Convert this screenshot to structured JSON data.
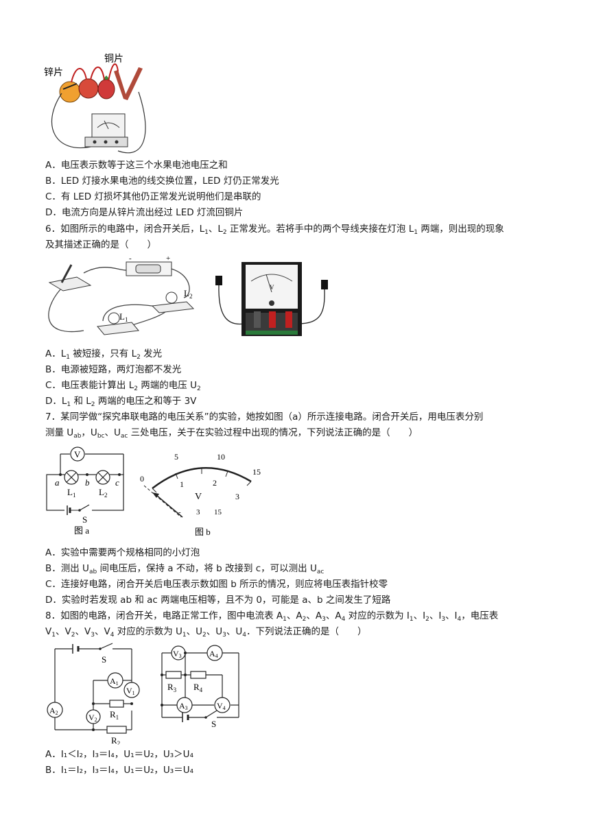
{
  "fig_q5": {
    "label_zinc": "锌片",
    "label_copper": "铜片"
  },
  "q5_options": [
    {
      "text": "A．电压表示数等于这三个水果电池电压之和"
    },
    {
      "text": "B．LED 灯接水果电池的线交换位置，LED 灯仍正常发光"
    },
    {
      "text": "C．有 LED 灯损坏其他仍正常发光说明他们是串联的"
    },
    {
      "text": "D．电流方向是从锌片流出经过 LED 灯流回铜片"
    }
  ],
  "q6": {
    "stem_line1_a": "6．如图所示的电路中，闭合开关后，L",
    "sub1": "1",
    "stem_line1_b": "、L",
    "sub2": "2",
    "stem_line1_c": " 正常发光。若将手中的两个导线夹接在灯泡 L",
    "sub3": "1",
    "stem_line1_d": " 两端，则出现的现象",
    "stem_line2": "及其描述正确的是（　　）",
    "fig_label_l1": "L",
    "fig_label_l1_sub": "1",
    "fig_label_l2": "L",
    "fig_label_l2_sub": "2",
    "fig_label_minus": "-",
    "fig_label_plus": "+",
    "fig_label_v": "V",
    "opt_a_1": "A．L",
    "opt_a_sub1": "1",
    "opt_a_2": " 被短接，只有 L",
    "opt_a_sub2": "2",
    "opt_a_3": " 发光",
    "opt_b": "B．电源被短路，两灯泡都不发光",
    "opt_c_1": "C．电压表能计算出 L",
    "opt_c_sub1": "2",
    "opt_c_2": " 两端的电压 U",
    "opt_c_sub2": "2",
    "opt_d_1": "D．L",
    "opt_d_sub1": "1",
    "opt_d_2": " 和 L",
    "opt_d_sub2": "2",
    "opt_d_3": " 两端的电压之和等于 3V"
  },
  "q7": {
    "stem_line1": "7．某同学做“探究串联电路的电压关系”的实验，她按如图（a）所示连接电路。闭合开关后，用电压表分别",
    "stem_line2_a": "测量 U",
    "sub_ab": "ab",
    "stem_line2_b": "，U",
    "sub_bc": "bc",
    "stem_line2_c": "、U",
    "sub_ac": "ac",
    "stem_line2_d": " 三处电压，关于在实验过程中出现的情况，下列说法正确的是（　　）",
    "fig_a": {
      "v": "V",
      "a": "a",
      "b": "b",
      "c": "c",
      "l1": "L",
      "l1_sub": "1",
      "l2": "L",
      "l2_sub": "2",
      "s": "S",
      "caption": "图 a"
    },
    "fig_b": {
      "scale_top": [
        "0",
        "5",
        "10",
        "15"
      ],
      "scale_bottom": [
        "1",
        "2",
        "3"
      ],
      "v": "V",
      "terminals": [
        "-",
        "3",
        "15"
      ],
      "caption": "图 b"
    },
    "opt_a": "A．实验中需要两个规格相同的小灯泡",
    "opt_b_1": "B．测出 U",
    "opt_b_sub": "ab",
    "opt_b_2": " 间电压后，保持 a 不动，将 b 改接到 c，可以测出 U",
    "opt_b_sub2": "ac",
    "opt_c": "C．连接好电路，闭合开关后电压表示数如图 b 所示的情况，则应将电压表指针校零",
    "opt_d": "D．实验时若发现 ab 和 ac 两端电压相等，且不为 0，可能是 a、b 之间发生了短路"
  },
  "q8": {
    "stem_line1_a": "8．如图的电路，闭合开关，电路正常工作，图中电流表 A",
    "s1": "1",
    "stem_line1_b": "、A",
    "s2": "2",
    "stem_line1_c": "、A",
    "s3": "3",
    "stem_line1_d": "、A",
    "s4": "4",
    "stem_line1_e": " 对应的示数为 I",
    "s5": "1",
    "stem_line1_f": "、I",
    "s6": "2",
    "stem_line1_g": "、I",
    "s7": "3",
    "stem_line1_h": "、I",
    "s8": "4",
    "stem_line1_i": "，电压表",
    "stem_line2_a": "V",
    "t1": "1",
    "stem_line2_b": "、V",
    "t2": "2",
    "stem_line2_c": "、V",
    "t3": "3",
    "stem_line2_d": "、V",
    "t4": "4",
    "stem_line2_e": " 对应的示数为 U",
    "t5": "1",
    "stem_line2_f": "、U",
    "t6": "2",
    "stem_line2_g": "、U",
    "t7": "3",
    "stem_line2_h": "、U",
    "t8": "4",
    "stem_line2_i": "．下列说法正确的是（　　）",
    "fig_left": {
      "s": "S",
      "a1": "A",
      "a1s": "1",
      "v1": "V",
      "v1s": "1",
      "a2": "A",
      "a2s": "2",
      "v2": "V",
      "v2s": "2",
      "r1": "R",
      "r1s": "1",
      "r2": "R",
      "r2s": "2"
    },
    "fig_right": {
      "v3": "V",
      "v3s": "3",
      "a4": "A",
      "a4s": "4",
      "r3": "R",
      "r3s": "3",
      "r4": "R",
      "r4s": "4",
      "a3": "A",
      "a3s": "3",
      "v4": "V",
      "v4s": "4",
      "s": "S"
    },
    "opt_a": "A．I₁＜I₂，I₃＝I₄，U₁＝U₂，U₃＞U₄",
    "opt_b": "B．I₁＝I₂，I₃＝I₄，U₁＝U₂，U₃＝U₄"
  }
}
